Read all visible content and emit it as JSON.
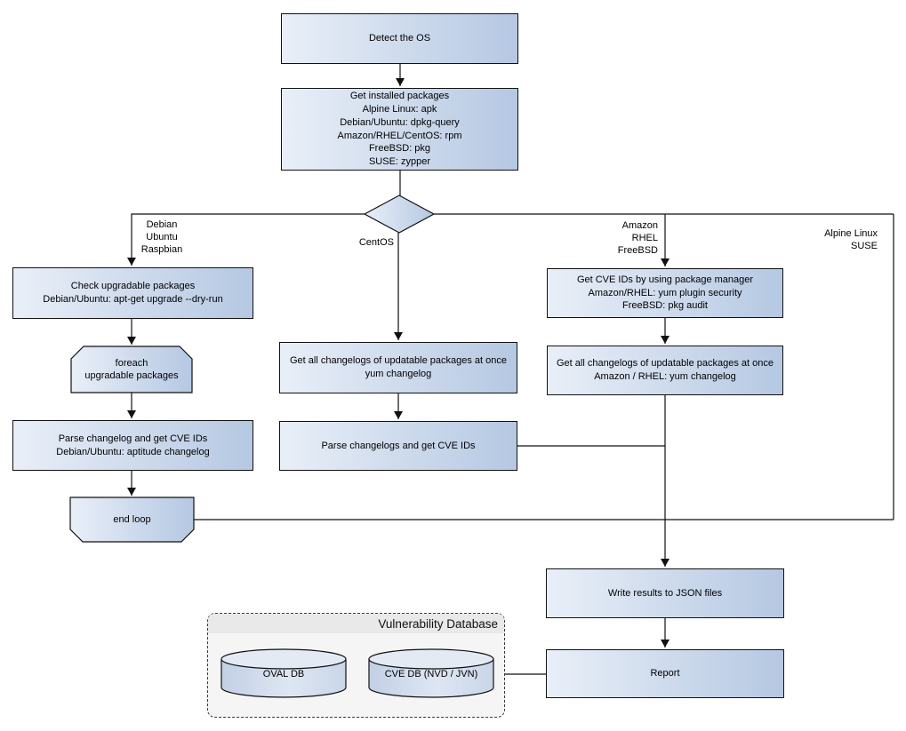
{
  "nodes": {
    "detect_os": {
      "label": "Detect the OS"
    },
    "get_installed_packages": {
      "label": "Get installed packages\nAlpine Linux: apk\nDebian/Ubuntu: dpkg-query\nAmazon/RHEL/CentOS: rpm\nFreeBSD: pkg\nSUSE: zypper"
    },
    "check_upgradable": {
      "label": "Check upgradable packages\nDebian/Ubuntu: apt-get upgrade --dry-run"
    },
    "foreach_loop": {
      "label": "foreach\nupgradable packages"
    },
    "parse_changelog_deb": {
      "label": "Parse changelog and get CVE IDs\nDebian/Ubuntu: aptitude changelog"
    },
    "end_loop": {
      "label": "end loop"
    },
    "get_changelogs_centos": {
      "label": "Get all changelogs of updatable packages at once\nyum changelog"
    },
    "parse_changelogs_centos": {
      "label": "Parse changelogs and get CVE IDs"
    },
    "get_cve_ids_pkg_mgr": {
      "label": "Get CVE IDs by using package manager\nAmazon/RHEL: yum plugin security\nFreeBSD: pkg audit"
    },
    "get_changelogs_amazon": {
      "label": "Get all changelogs of updatable packages at once\nAmazon / RHEL: yum changelog"
    },
    "write_json": {
      "label": "Write results to JSON files"
    },
    "report": {
      "label": "Report"
    }
  },
  "branch_labels": {
    "debian": "Debian\nUbuntu\nRaspbian",
    "centos": "CentOS",
    "amazon": "Amazon\nRHEL\nFreeBSD",
    "alpine": "Alpine Linux\nSUSE"
  },
  "vulnerability_database": {
    "title": "Vulnerability Database",
    "cylinders": [
      {
        "label": "OVAL DB"
      },
      {
        "label": "CVE DB (NVD / JVN)"
      }
    ]
  },
  "colors": {
    "box_gradient_start": "#e9eff8",
    "box_gradient_end": "#b5c8e2",
    "stroke": "#111111",
    "group_fill": "#f5f5f5",
    "group_header_fill": "#e9e9e9",
    "cylinder_top": "#e3eaf4",
    "cylinder_body": "#c6d3e7"
  }
}
